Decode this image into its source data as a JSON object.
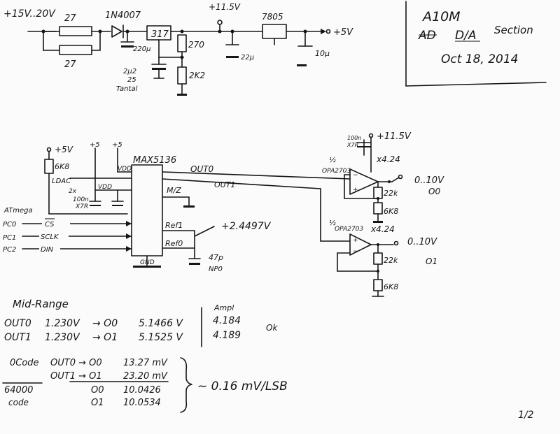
{
  "title_block": {
    "line1": "A10M",
    "line2_a": "AD",
    "line2_b": "D/A",
    "line2_c": "Section",
    "date": "Oct 18, 2014"
  },
  "power": {
    "input": "+15V..20V",
    "r1": "27",
    "r2": "27",
    "diode": "1N4007",
    "reg1": "317",
    "cap1": "220µ",
    "r_top": "270",
    "cap_tant_a": "2µ2",
    "cap_tant_b": "25",
    "cap_tant_c": "Tantal",
    "r_bottom": "2K2",
    "rail": "+11.5V",
    "reg2": "7805",
    "cap2": "22µ",
    "cap3": "10µ",
    "out": "+5V"
  },
  "dac": {
    "supply_5v": "+5V",
    "r_pullup": "6K8",
    "ldac": "LDAC",
    "plus5_a": "+5",
    "plus5_b": "+5",
    "vdd1": "VDD",
    "vdd2": "VDD",
    "cap_note_a": "2x",
    "cap_note_b": "100n",
    "cap_note_c": "X7R",
    "chip": "MAX5136",
    "out0": "OUT0",
    "out1": "OUT1",
    "mz": "M/Z",
    "ref1": "Ref1",
    "ref0": "Ref0",
    "refv": "+2.4497V",
    "cap_47": "47p",
    "cap_npo": "NP0",
    "gnd": "GND",
    "atmega": "ATmega",
    "pc0": "PC0",
    "pc1": "PC1",
    "pc2": "PC2",
    "cs": "CS",
    "sclk": "SCLK",
    "din": "DIN"
  },
  "opamps": {
    "cap_a": "100n",
    "cap_b": "X7R",
    "rail": "+11.5V",
    "half_a": "½",
    "amp_a": "OPA2703",
    "gain_a": "x4.24",
    "range_a": "0..10V",
    "r_a1": "22k",
    "r_a2": "6K8",
    "out_a": "O0",
    "half_b": "½",
    "amp_b": "OPA2703",
    "gain_b": "x4.24",
    "range_b": "0..10V",
    "r_b1": "22k",
    "r_b2": "6K8",
    "out_b": "O1"
  },
  "measurements": {
    "mid_range": "Mid-Range",
    "rows": [
      {
        "a": "OUT0",
        "b": "1.230V",
        "c": "→ O0",
        "d": "5.1466 V",
        "e": "4.184"
      },
      {
        "a": "OUT1",
        "b": "1.230V",
        "c": "→ O1",
        "d": "5.1525 V",
        "e": "4.189"
      }
    ],
    "ampl": "Ampl",
    "ok": "Ok",
    "code_rows": [
      {
        "a": "0Code",
        "b": "OUT0 → O0",
        "c": "13.27 mV"
      },
      {
        "a": "",
        "b": "OUT1 → O1",
        "c": "23.20 mV"
      },
      {
        "a": "64000",
        "b": "O0",
        "c": "10.0426"
      },
      {
        "a": "code",
        "b": "O1",
        "c": "10.0534"
      }
    ],
    "lsb": "~ 0.16 mV/LSB",
    "page": "1/2"
  }
}
